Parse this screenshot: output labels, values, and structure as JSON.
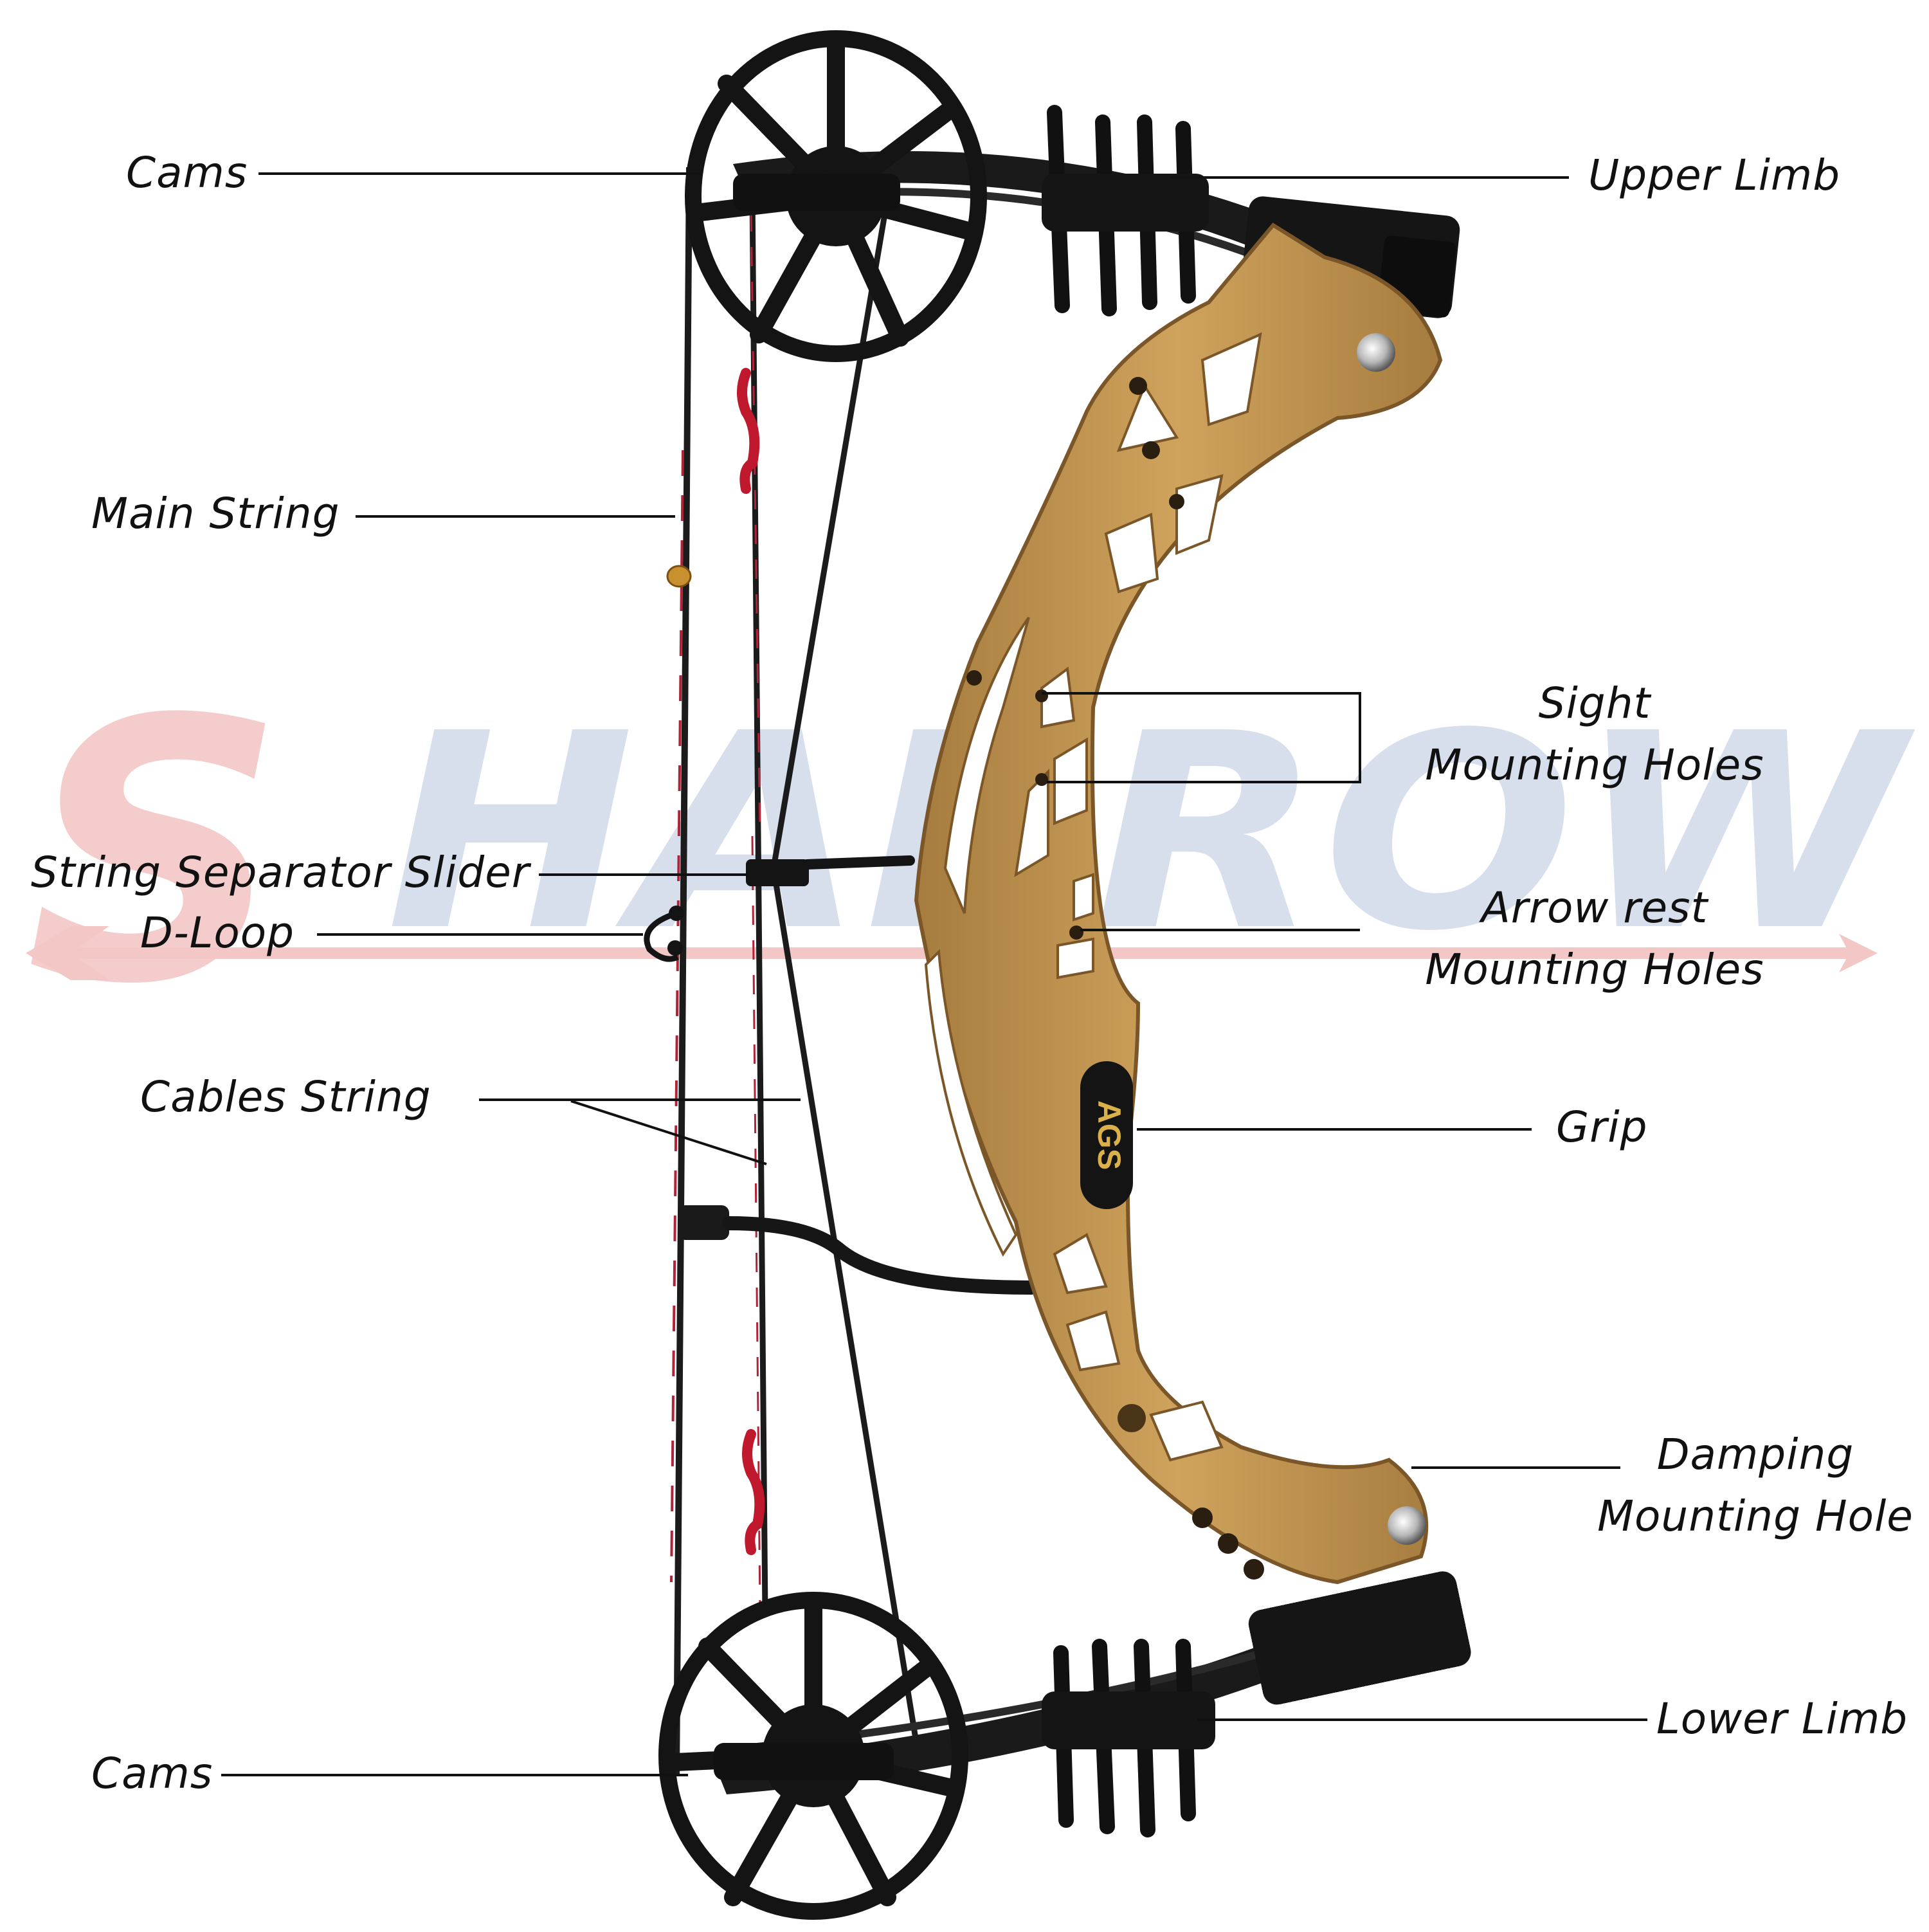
{
  "watermark": {
    "letter_s": "S",
    "rest": "HARROW"
  },
  "brand_badge": "AGS",
  "labels": {
    "cams_top": "Cams",
    "upper_limb": "Upper Limb",
    "main_string": "Main String",
    "sight_mounting_holes": "Sight\nMounting Holes",
    "string_separator_slider": "String Separator Slider",
    "d_loop": "D-Loop",
    "arrow_rest_mounting_holes": "Arrow rest\nMounting Holes",
    "cables_string": "Cables String",
    "grip": "Grip",
    "damping_mounting_hole": "Damping\nMounting Hole",
    "lower_limb": "Lower Limb",
    "cams_bottom": "Cams"
  }
}
